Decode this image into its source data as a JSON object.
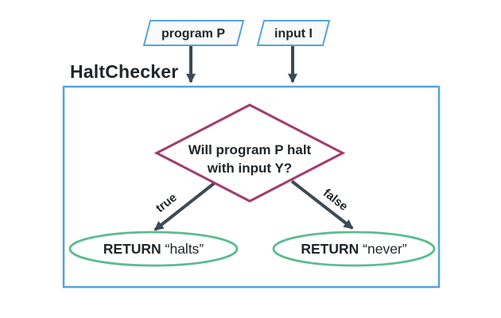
{
  "flowchart": {
    "container_label": "HaltChecker",
    "inputs": [
      {
        "label": "program P"
      },
      {
        "label": "input I"
      }
    ],
    "decision": {
      "text_line1": "Will program P halt",
      "text_line2": "with input Y?"
    },
    "branches": [
      {
        "condition": "true",
        "return_keyword": "RETURN",
        "return_value": "“halts”"
      },
      {
        "condition": "false",
        "return_keyword": "RETURN",
        "return_value": "“never”"
      }
    ]
  },
  "colors": {
    "box_blue": "#54a4da",
    "diamond_magenta": "#a33c6c",
    "ellipse_green": "#59bd8e",
    "arrow_slate": "#3c4a55",
    "text_dark": "#21262b",
    "shape_fill": "#fafafa",
    "white": "#ffffff"
  }
}
